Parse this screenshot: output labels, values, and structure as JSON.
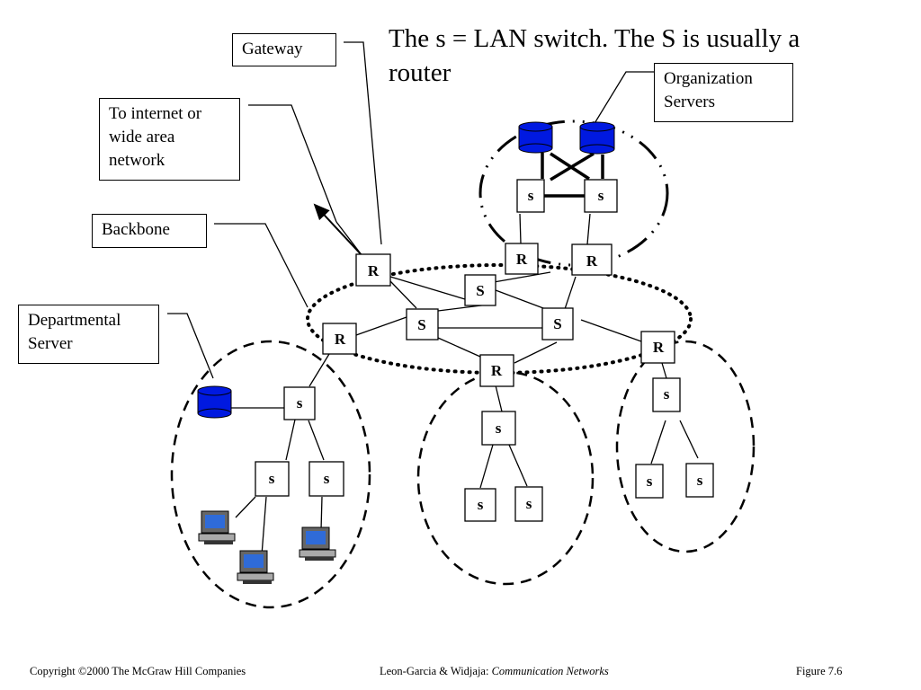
{
  "title": "The s = LAN switch.  The S is usually a router",
  "callouts": {
    "gateway": "Gateway",
    "internet": "To internet or wide area network",
    "backbone": "Backbone",
    "departmental": "Departmental Server",
    "organization": "Organization Servers"
  },
  "nodes": {
    "lan_switch": "s",
    "backbone_switch": "S",
    "router": "R"
  },
  "icons": {
    "server": "database-server-icon",
    "workstation": "computer-workstation-icon"
  },
  "colors": {
    "server_fill": "#0019e0",
    "line": "#000000",
    "background": "#ffffff"
  },
  "footer": {
    "copyright": "Copyright ©2000 The McGraw Hill Companies",
    "authors": "Leon-Garcia & Widjaja:",
    "book": "Communication Networks",
    "figure": "Figure 7.6"
  }
}
